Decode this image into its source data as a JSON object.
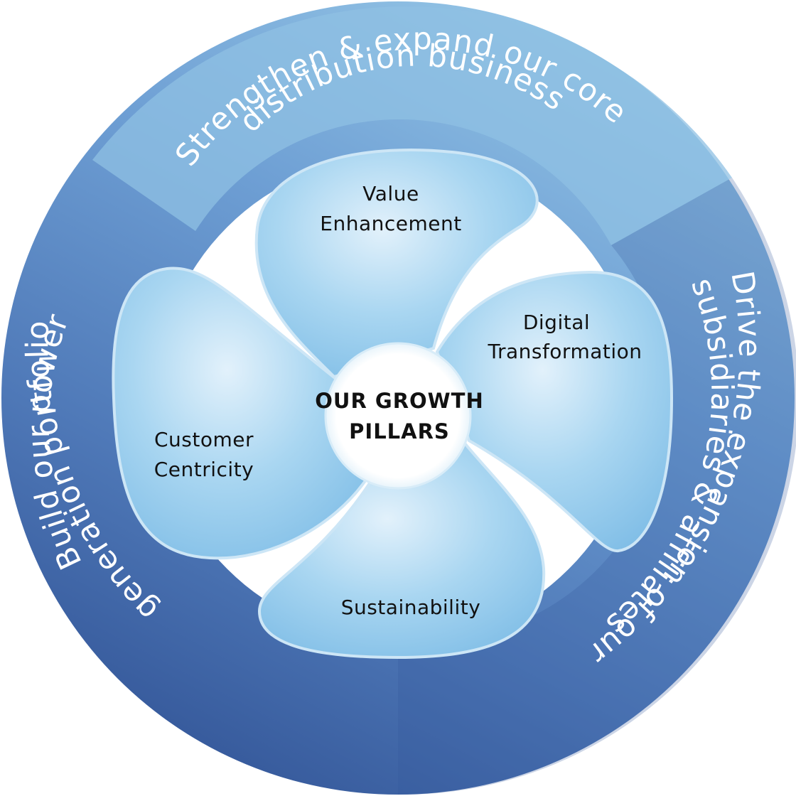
{
  "title_lines": [
    "OUR GROWTH",
    "PILLARS"
  ],
  "outer_ring": [
    {
      "id": "top",
      "lines": [
        "Strengthen & expand our core",
        "distribution business"
      ]
    },
    {
      "id": "right",
      "lines": [
        "Drive the expansion of our",
        "subsidiaries & affiliates"
      ]
    },
    {
      "id": "left",
      "lines": [
        "Build our power",
        "generation portfolio"
      ]
    }
  ],
  "pillars": [
    {
      "id": "value",
      "lines": [
        "Value",
        "Enhancement"
      ]
    },
    {
      "id": "digital",
      "lines": [
        "Digital",
        "Transformation"
      ]
    },
    {
      "id": "sustainability",
      "lines": [
        "Sustainability"
      ]
    },
    {
      "id": "customer",
      "lines": [
        "Customer",
        "Centricity"
      ]
    }
  ],
  "colors": {
    "ring_light": "#8fc0e3",
    "ring_mid": "#5d8ccb",
    "ring_dark": "#35589a",
    "petal_light": "#cfe7f7",
    "petal_mid": "#8fc8ec",
    "ring_text": "#ffffff",
    "petal_text": "#111111"
  }
}
